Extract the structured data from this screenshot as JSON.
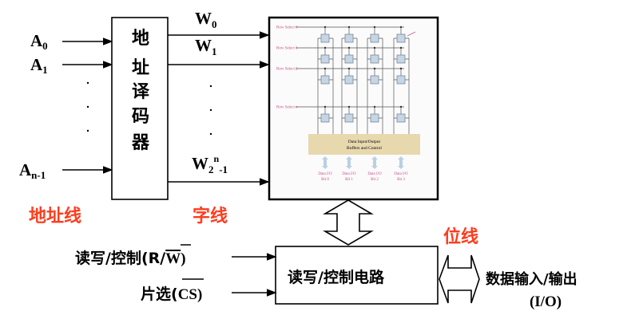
{
  "address_inputs": [
    {
      "base": "A",
      "sub": "0"
    },
    {
      "base": "A",
      "sub": "1"
    },
    {
      "base": "A",
      "sub": "n-1"
    }
  ],
  "decoder": {
    "chars": [
      "地",
      "址",
      "译",
      "码",
      "器"
    ]
  },
  "word_lines": {
    "w0": {
      "base": "W",
      "sub": "0"
    },
    "w1": {
      "base": "W",
      "sub": "1"
    },
    "wlast": {
      "base": "W",
      "sub": "2",
      "sup": "n",
      "tail": "-1"
    }
  },
  "labels": {
    "address_lines": "地址线",
    "word_lines": "字线",
    "bit_lines": "位线"
  },
  "memory_array": {
    "rows": [
      "Row Select 0",
      "Row Select 1",
      "Row Select 2",
      "Row Select n"
    ],
    "buffer_line1": "Data Input/Output",
    "buffer_line2": "Buffers and Control",
    "bits": [
      {
        "l1": "Data I/O",
        "l2": "Bit 0"
      },
      {
        "l1": "Data I/O",
        "l2": "Bit 1"
      },
      {
        "l1": "Data I/O",
        "l2": "Bit 2"
      },
      {
        "l1": "Data I/O",
        "l2": "Bit 3"
      }
    ]
  },
  "control": {
    "rw_prefix": "读写/控制(R/",
    "rw_bar": "W",
    "rw_suffix": ")",
    "cs_prefix": "片选(",
    "cs_bar": "CS",
    "cs_suffix": ")",
    "circuit": "读写/控制电路",
    "io_line1": "数据输入/输出",
    "io_line2": "(I/O)"
  },
  "colors": {
    "label_red": "#ff3c1e",
    "row_label_pink": "#c8508c",
    "buffer_tan": "#e8d8ae",
    "cell_blue": "#c5d6e6"
  }
}
